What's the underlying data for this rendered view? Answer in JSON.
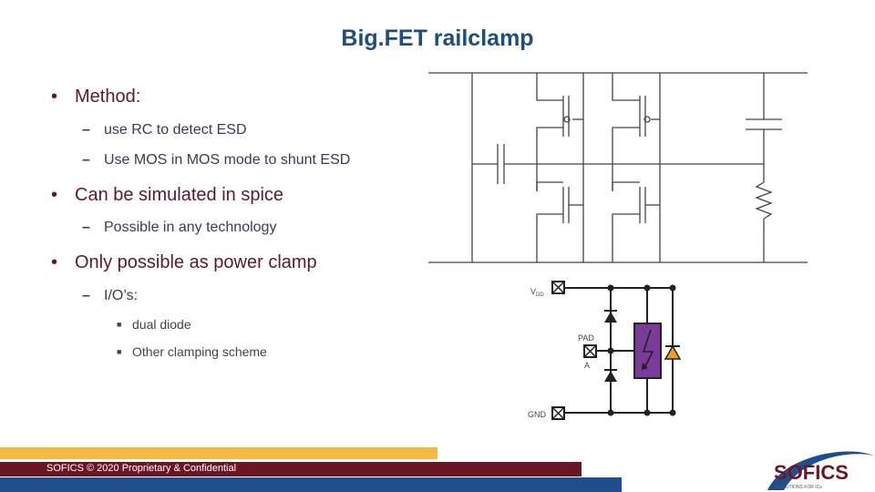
{
  "slide": {
    "title": "Big.FET railclamp"
  },
  "bullets": {
    "method": "Method:",
    "method_sub1": "use RC to detect ESD",
    "method_sub2": "Use MOS in MOS mode to shunt ESD",
    "spice": "Can be simulated in spice",
    "spice_sub1": "Possible in any technology",
    "power": "Only possible as power clamp",
    "power_sub1": "I/O’s:",
    "power_sub1_a": "dual diode",
    "power_sub1_b": "Other clamping scheme"
  },
  "io_diagram": {
    "vdd_label": "V",
    "vdd_sub": "DD",
    "pad_label": "PAD",
    "pad_sub": "A",
    "gnd_label": "GND"
  },
  "footer": {
    "text": "SOFICS © 2020 Proprietary & Confidential"
  },
  "logo": {
    "name": "SOFICS",
    "tagline": "SOLUTIONS FOR ICs"
  },
  "colors": {
    "title": "#1f4e79",
    "bullet": "#5b1a2a",
    "bar_orange": "#f4b942",
    "bar_maroon": "#6b1525",
    "bar_blue": "#1f4e8c",
    "clamp_purple": "#7a3b9a",
    "diode_orange": "#f0a020"
  }
}
